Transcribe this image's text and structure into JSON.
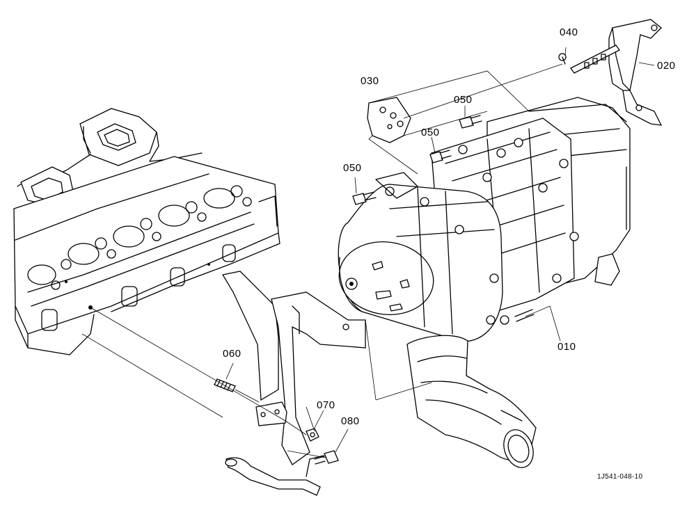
{
  "labels": {
    "p010": "010",
    "p020": "020",
    "p030": "030",
    "p040": "040",
    "p050a": "050",
    "p050b": "050",
    "p050c": "050",
    "p060": "060",
    "p070": "070",
    "p080": "080"
  },
  "drawing_code": "1J541-048-10"
}
